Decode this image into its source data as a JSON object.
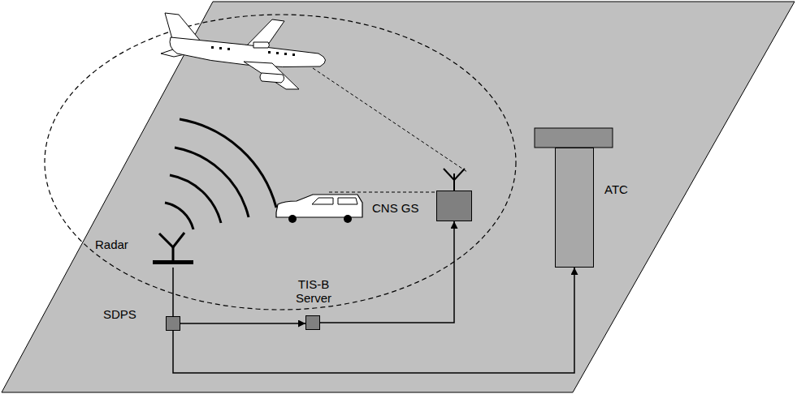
{
  "diagram": {
    "nodes": [
      {
        "text": [
          "Radar"
        ]
      },
      {
        "text": [
          "SDPS"
        ]
      },
      {
        "text": [
          "TIS-B Server"
        ]
      },
      {
        "text": [
          "CNS GS"
        ]
      },
      {
        "text": [
          "ATC"
        ]
      }
    ],
    "edges": [
      {
        "from": 0,
        "to": 1,
        "arrow": "none"
      },
      {
        "from": 1,
        "to": 2,
        "arrow": "to"
      },
      {
        "from": 2,
        "to": 3,
        "arrow": "to"
      },
      {
        "from": 1,
        "to": 4,
        "arrow": "to"
      }
    ]
  }
}
